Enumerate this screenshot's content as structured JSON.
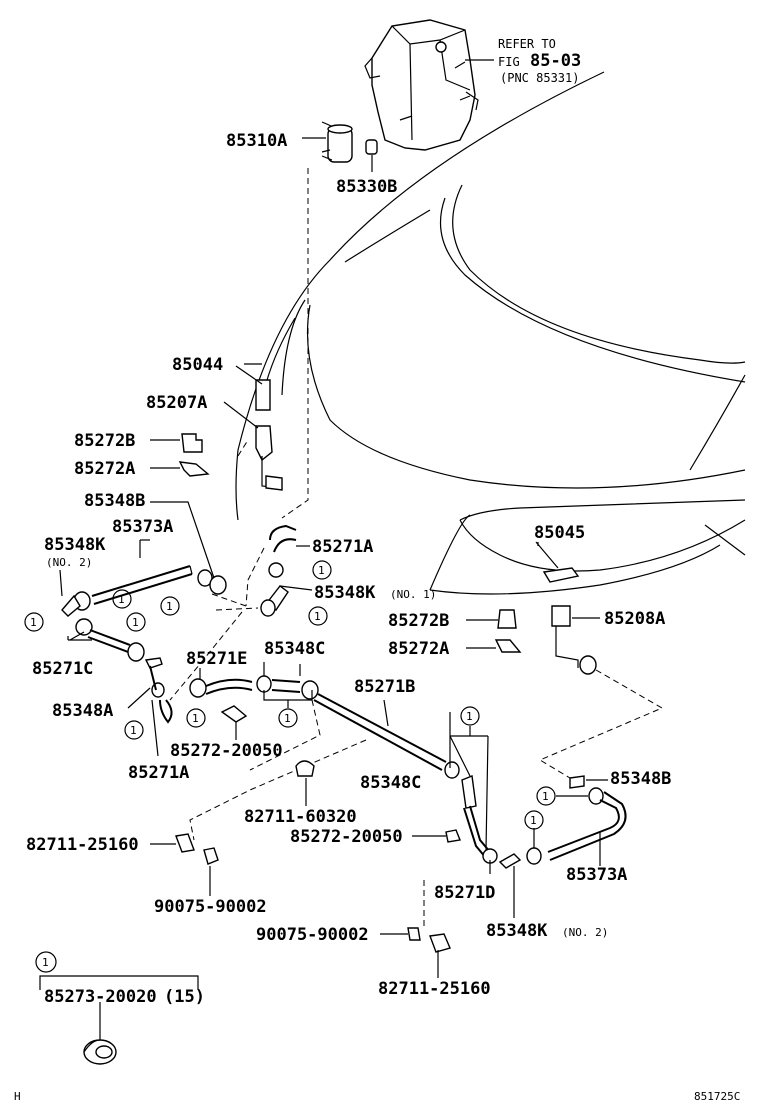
{
  "refer": {
    "line1": "REFER TO",
    "fig_prefix": "FIG",
    "fig_no": "85-03",
    "pnc": "(PNC 85331)"
  },
  "parts": {
    "p85310A": "85310A",
    "p85330B": "85330B",
    "p85044": "85044",
    "p85207A": "85207A",
    "p85272B_l": "85272B",
    "p85272A_l": "85272A",
    "p85348B_l": "85348B",
    "p85373A_l": "85373A",
    "p85348K_l": "85348K",
    "p85348K_l_sub": "(NO. 2)",
    "p85271A_t": "85271A",
    "p85348K_no1": "85348K",
    "p85348K_no1_sub": "(NO. 1)",
    "p85045": "85045",
    "p85272B_r": "85272B",
    "p85208A": "85208A",
    "p85272A_r": "85272A",
    "p85271E": "85271E",
    "p85348C_t": "85348C",
    "p85271B": "85271B",
    "p85271C": "85271C",
    "p85348A": "85348A",
    "p85272_20050_a": "85272-20050",
    "p85271A_b": "85271A",
    "p85348C_m": "85348C",
    "p85348B_r": "85348B",
    "p82711_60320": "82711-60320",
    "p85272_20050_b": "85272-20050",
    "p82711_25160_l": "82711-25160",
    "p85271D": "85271D",
    "p85373A_r": "85373A",
    "p90075_90002_l": "90075-90002",
    "p85348K_r": "85348K",
    "p85348K_r_sub": "(NO. 2)",
    "p90075_90002_b": "90075-90002",
    "p82711_25160_b": "82711-25160"
  },
  "callout_marker": "1",
  "kit": {
    "marker": "1",
    "label": "85273-20020",
    "qty": "(15)"
  },
  "footer": {
    "left": "H",
    "right": "851725C"
  }
}
